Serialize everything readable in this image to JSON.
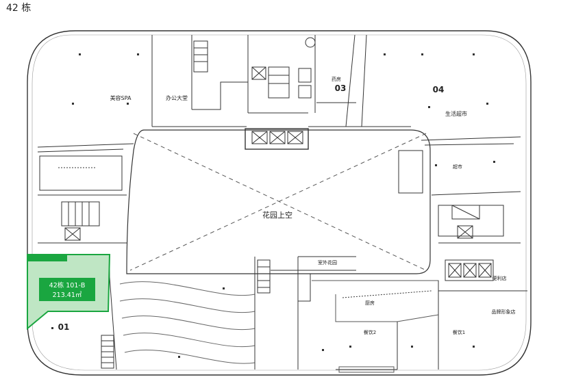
{
  "header": {
    "title": "42 栋"
  },
  "rooms": {
    "spa": "美容SPA",
    "office_hall": "办公大堂",
    "pharmacy": "药房",
    "unit_03": "03",
    "unit_04": "04",
    "grocery": "生活超市",
    "supermarket": "超市",
    "atrium": "花园上空",
    "outdoor_garden": "室外花园",
    "kitchen": "厨房",
    "dining_2": "餐饮2",
    "dining_1": "餐饮1",
    "convenience": "便利店",
    "image_store": "品牌形象店",
    "unit_01": "01"
  },
  "highlight": {
    "unit_label": "42栋  101-B",
    "area": "213.41㎡",
    "fill_color": "#1aa640",
    "shade_color": "#bfe6c4"
  }
}
